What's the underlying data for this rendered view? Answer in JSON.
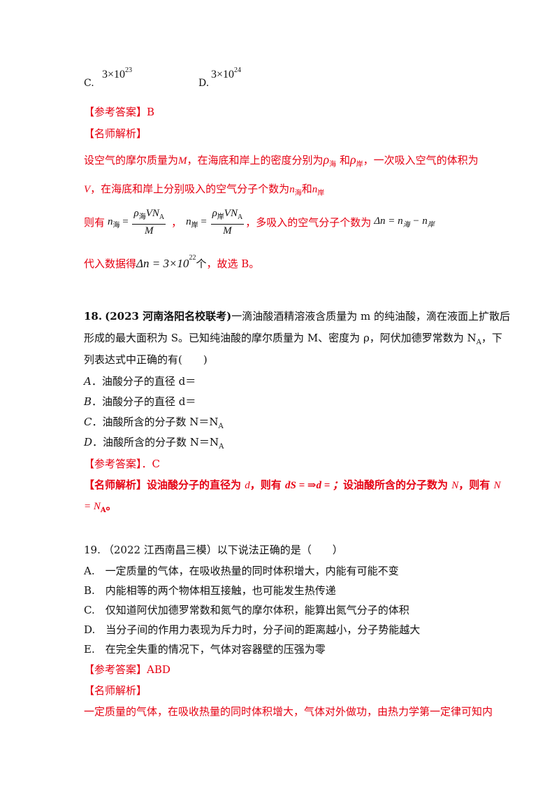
{
  "prev": {
    "opt_c_label": "C.",
    "opt_c_value": "3×10",
    "opt_c_exp": "23",
    "opt_d_label": "D.",
    "opt_d_value": "3×10",
    "opt_d_exp": "24",
    "answer_prefix": "【参考答案】",
    "answer": "B",
    "analysis_title": "【名师解析】",
    "line1_a": "设空气的摩尔质量为",
    "line1_m": "M",
    "line1_b": "，在海底和岸上的密度分别为",
    "rho": "ρ",
    "rho_sub_sea": "海",
    "line1_and": "和",
    "rho_sub_shore": "岸",
    "line1_c": "，一次吸入空气的体积为",
    "line2_v": "V",
    "line2_a": "，在海底和岸上分别吸入的空气分子个数为",
    "n_sym": "n",
    "n_sub_sea": "海",
    "line2_and": "和",
    "n_sub_shore": "岸",
    "line3_then": "则有",
    "frac_num": "VN",
    "frac_num_sub": "A",
    "frac_den": "M",
    "line3_mid": "，多吸入的空气分子个数为",
    "delta_expr": "Δn = n",
    "delta_minus": " − n",
    "line4_a": "代入数据得",
    "line4_expr": "Δn = 3×10",
    "line4_exp": "22",
    "line4_b": "个",
    "line4_c": "，故选 B。"
  },
  "q18": {
    "number": "18.",
    "source": "(2023 河南洛阳名校联考)",
    "stem1": "一滴油酸酒精溶液含质量为 m 的纯油酸，滴在液面上扩散后",
    "stem2": "形成的最大面积为 S。已知纯油酸的摩尔质量为 M、密度为 ρ，阿伏加德罗常数为 N",
    "stem2_sub": "A",
    "stem2_end": "，下",
    "stem3": "列表达式中正确的有(　　)",
    "options": [
      {
        "label": "A",
        "text": "．油酸分子的直径 d＝"
      },
      {
        "label": "B",
        "text": "．油酸分子的直径 d＝"
      },
      {
        "label": "C",
        "text": "．油酸所含的分子数 N＝N",
        "sub": "A"
      },
      {
        "label": "D",
        "text": "．油酸所含的分子数 N＝N",
        "sub": "A"
      }
    ],
    "answer_prefix": "【参考答案】",
    "answer": "．C",
    "analysis_title": "【名师解析】",
    "analysis1_a": "设油酸分子的直径为",
    "analysis1_d": "d",
    "analysis1_b": "，则有",
    "analysis1_expr": "dS = ⇒d = ；",
    "analysis1_c": "设油酸所含的分子数为",
    "analysis1_n": "N",
    "analysis1_d2": "，则有",
    "analysis1_n2": "N",
    "analysis2": "= N",
    "analysis2_sub": "A",
    "analysis2_end": "。"
  },
  "q19": {
    "number": "19.",
    "stem": "（2022 江西南昌三模）以下说法正确的是（　　）",
    "options": [
      "A.　一定质量的气体，在吸收热量的同时体积增大，内能有可能不变",
      "B.　内能相等的两个物体相互接触，也可能发生热传递",
      "C.　仅知道阿伏加德罗常数和氮气的摩尔体积，能算出氮气分子的体积",
      "D.　当分子间的作用力表现为斥力时，分子间的距离越小，分子势能越大",
      "E.　在完全失重的情况下，气体对容器壁的压强为零"
    ],
    "answer_prefix": "【参考答案】",
    "answer": "ABD",
    "analysis_title": "【名师解析】",
    "analysis1": "一定质量的气体，在吸收热量的同时体积增大，气体对外做功，由热力学第一定律可知内"
  }
}
